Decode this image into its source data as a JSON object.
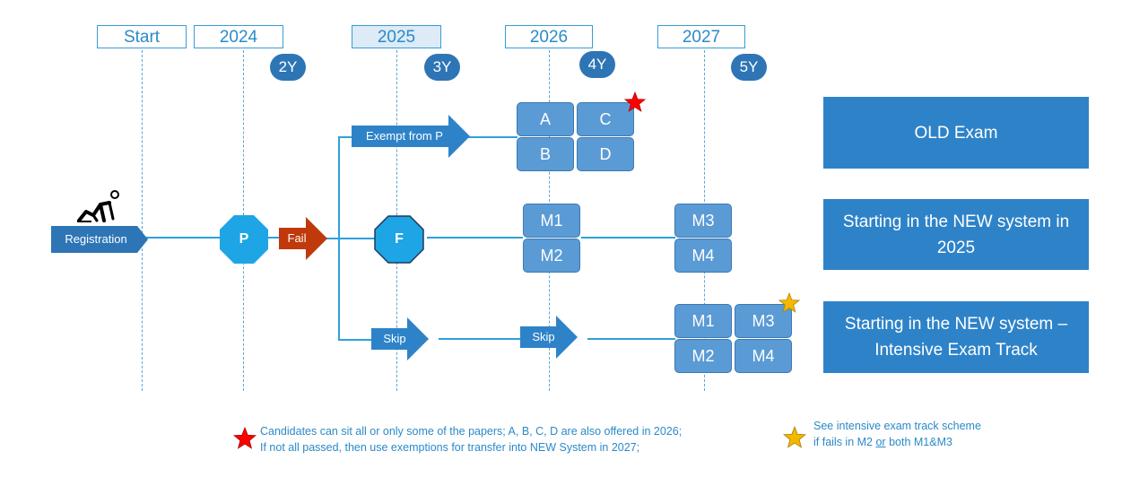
{
  "timeline": {
    "years": [
      "Start",
      "2024",
      "2025",
      "2026",
      "2027"
    ],
    "durations": [
      "2Y",
      "3Y",
      "4Y",
      "5Y"
    ]
  },
  "nodes": {
    "registration": "Registration",
    "p_exam": "P",
    "fail": "Fail",
    "f_exam": "F",
    "exempt": "Exempt from P",
    "skip_1": "Skip",
    "skip_2": "Skip"
  },
  "papers": {
    "old": [
      "A",
      "C",
      "B",
      "D"
    ],
    "new_2026": [
      "M1",
      "M2"
    ],
    "new_2027": [
      "M3",
      "M4"
    ],
    "intensive_2027": [
      "M1",
      "M3",
      "M2",
      "M4"
    ]
  },
  "tracks": {
    "old": "OLD Exam",
    "new": "Starting in the NEW system in 2025",
    "intensive": "Starting in the NEW system – Intensive Exam Track"
  },
  "notes": {
    "red_star_line1": "Candidates can sit all or only some of the papers; A, B, C, D are also offered in 2026;",
    "red_star_line2": "If not all passed, then use exemptions for transfer into NEW System in 2027;",
    "yellow_star_line1": "See intensive exam track scheme",
    "yellow_star_line2_pre": "if fails in M2",
    "yellow_star_line2_or": "or",
    "yellow_star_line2_post": "both M1&M3"
  },
  "colors": {
    "blue_dark": "#2e75b6",
    "blue_mid": "#5b9bd5",
    "blue_light": "#1ea5e6",
    "fail_red": "#c0390b",
    "star_red": "#ff0000",
    "star_yellow": "#f5b800"
  }
}
